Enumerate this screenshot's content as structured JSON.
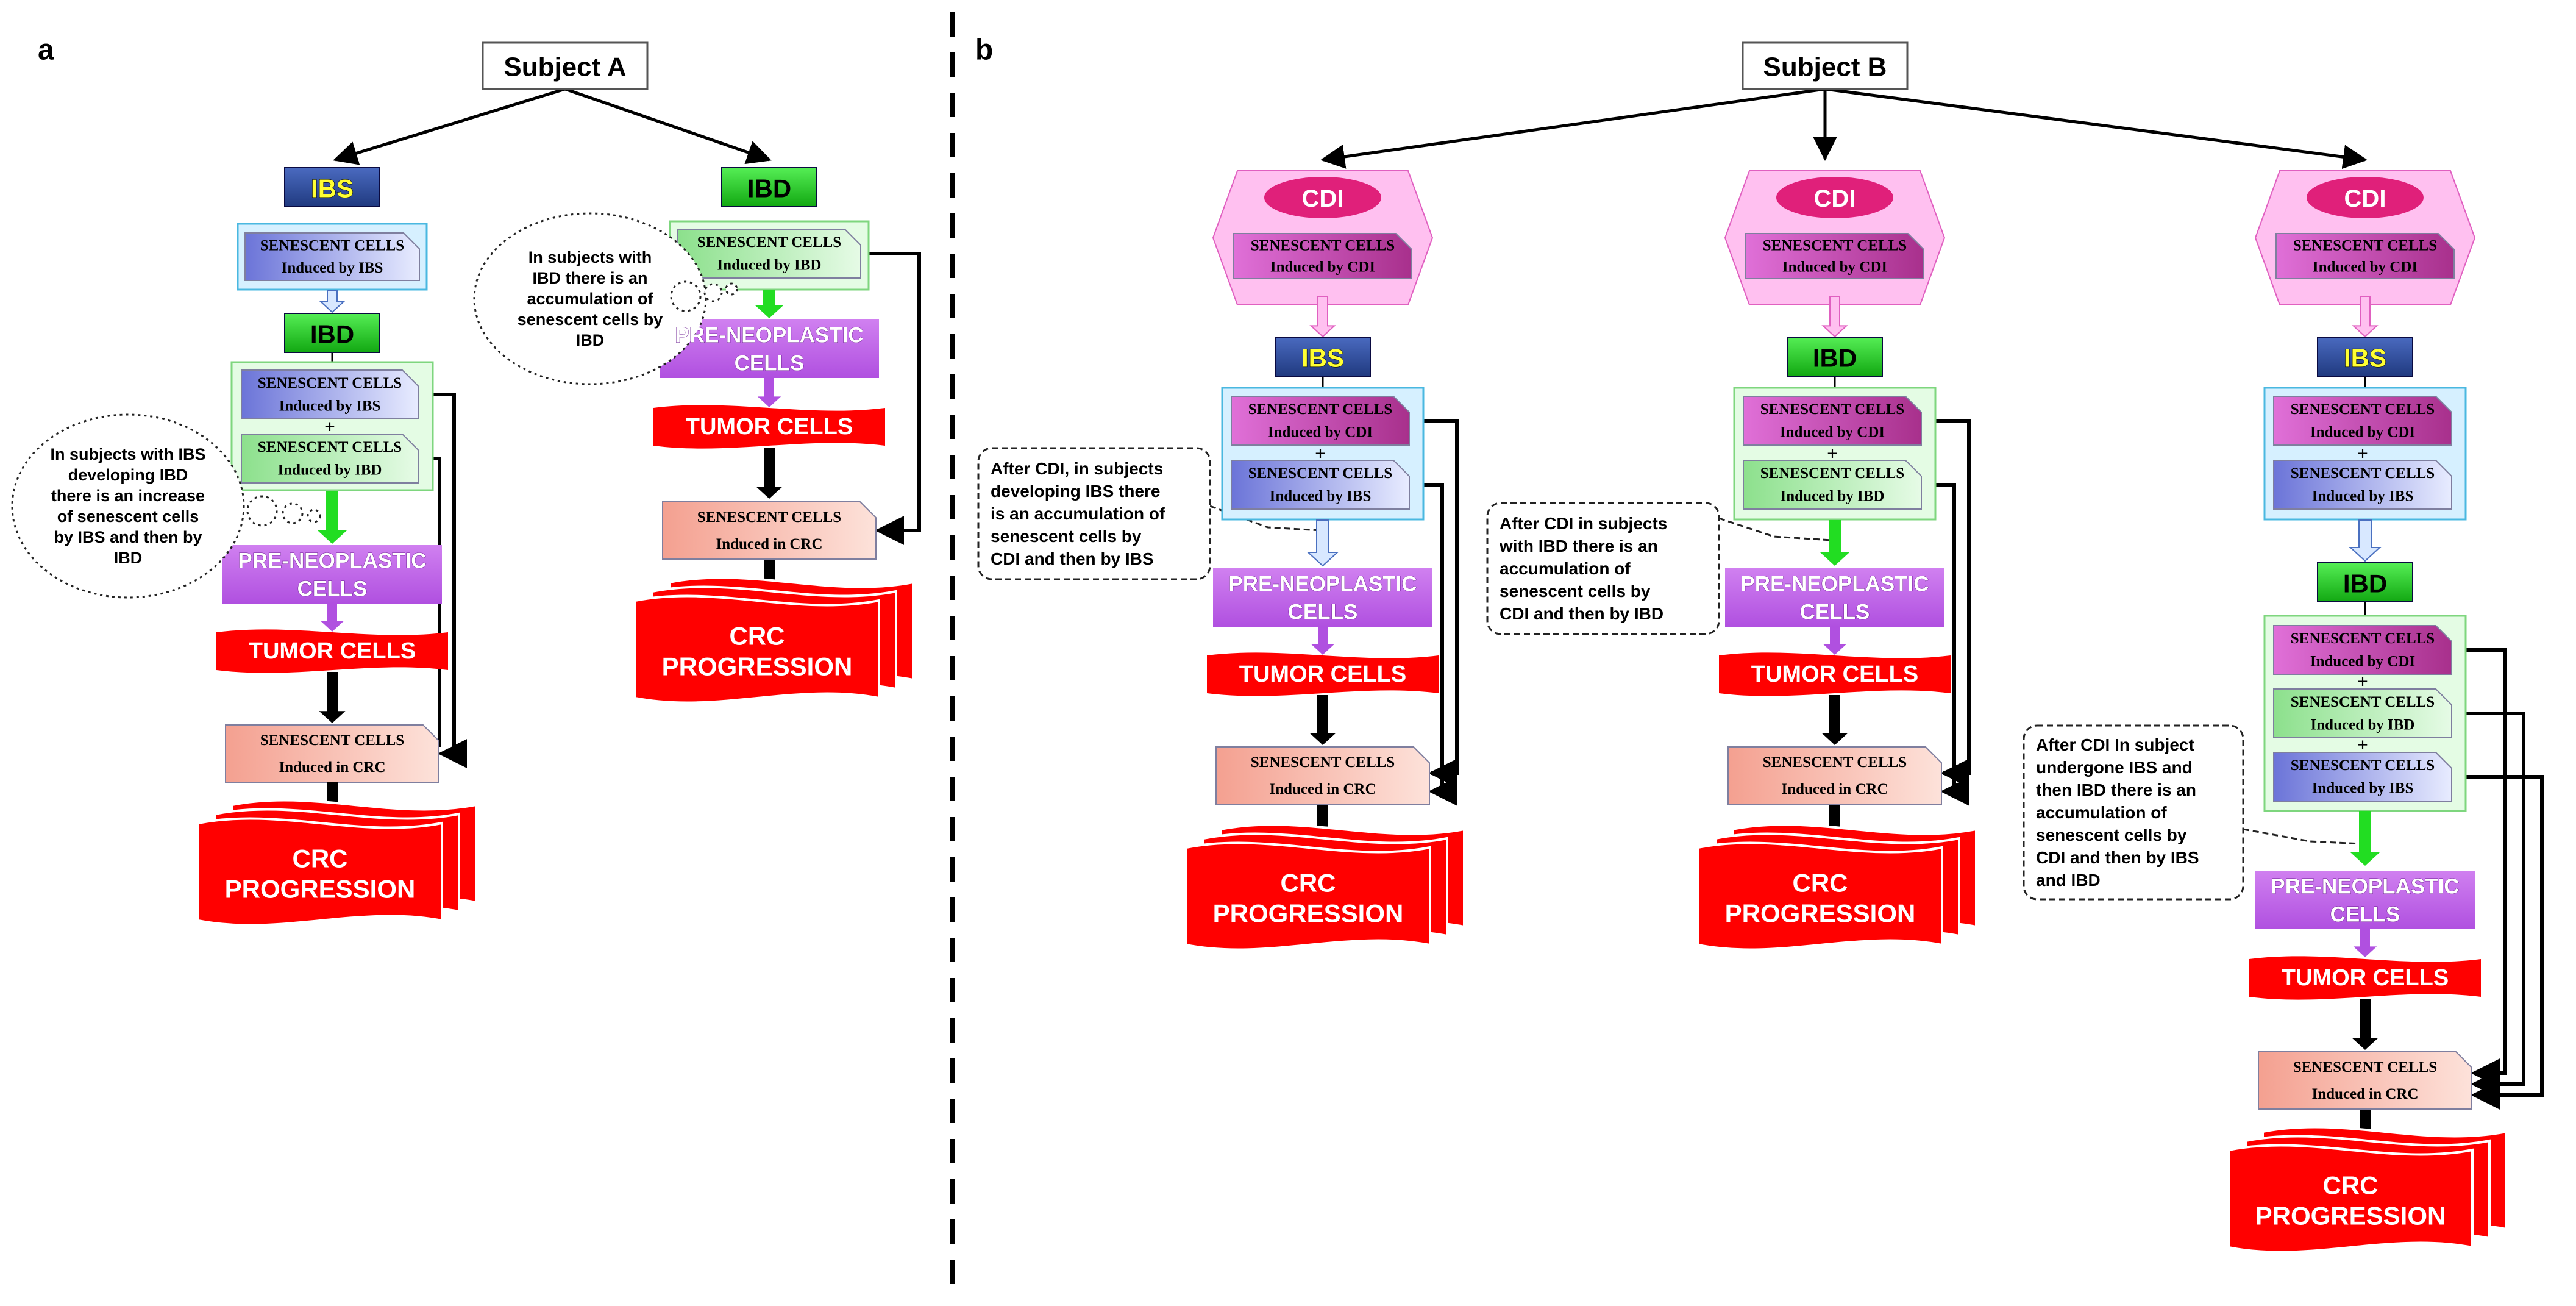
{
  "panels": {
    "a": {
      "letter": "a",
      "subject": "Subject A",
      "branch_ibs": {
        "disease1": "IBS",
        "sen_ibs": {
          "title": "SENESCENT CELLS",
          "sub": "Induced by IBS"
        },
        "disease2": "IBD",
        "combo": [
          {
            "title": "SENESCENT CELLS",
            "sub": "Induced by IBS"
          },
          {
            "title": "SENESCENT CELLS",
            "sub": "Induced by IBD"
          }
        ],
        "plus": "+",
        "preneo": [
          "PRE-NEOPLASTIC",
          "CELLS"
        ],
        "tumor": "TUMOR CELLS",
        "sen_crc": {
          "title": "SENESCENT CELLS",
          "sub": "Induced in CRC"
        },
        "crc": [
          "CRC",
          "PROGRESSION"
        ],
        "note": [
          "In subjects with IBS",
          "developing IBD",
          "there is an increase",
          "of senescent cells",
          "by IBS and then by",
          "IBD"
        ]
      },
      "branch_ibd": {
        "disease": "IBD",
        "sen_ibd": {
          "title": "SENESCENT CELLS",
          "sub": "Induced by IBD"
        },
        "preneo": [
          "PRE-NEOPLASTIC",
          "CELLS"
        ],
        "tumor": "TUMOR CELLS",
        "sen_crc": {
          "title": "SENESCENT CELLS",
          "sub": "Induced in CRC"
        },
        "crc": [
          "CRC",
          "PROGRESSION"
        ],
        "note": [
          "In subjects with",
          "IBD there is an",
          "accumulation of",
          "senescent cells by",
          "IBD"
        ]
      }
    },
    "b": {
      "letter": "b",
      "subject": "Subject B",
      "plus": "+",
      "col1": {
        "cdi": "CDI",
        "sen_cdi": {
          "title": "SENESCENT CELLS",
          "sub": "Induced by CDI"
        },
        "disease": "IBS",
        "combo": [
          {
            "title": "SENESCENT CELLS",
            "sub": "Induced by CDI"
          },
          {
            "title": "SENESCENT CELLS",
            "sub": "Induced by IBS"
          }
        ],
        "preneo": [
          "PRE-NEOPLASTIC",
          "CELLS"
        ],
        "tumor": "TUMOR CELLS",
        "sen_crc": {
          "title": "SENESCENT CELLS",
          "sub": "Induced in CRC"
        },
        "crc": [
          "CRC",
          "PROGRESSION"
        ],
        "note": [
          "After CDI, in subjects",
          "developing IBS there",
          "is an accumulation of",
          "senescent cells by",
          "CDI and then by IBS"
        ]
      },
      "col2": {
        "cdi": "CDI",
        "sen_cdi": {
          "title": "SENESCENT CELLS",
          "sub": "Induced by CDI"
        },
        "disease": "IBD",
        "combo": [
          {
            "title": "SENESCENT CELLS",
            "sub": "Induced by CDI"
          },
          {
            "title": "SENESCENT CELLS",
            "sub": "Induced by IBD"
          }
        ],
        "preneo": [
          "PRE-NEOPLASTIC",
          "CELLS"
        ],
        "tumor": "TUMOR CELLS",
        "sen_crc": {
          "title": "SENESCENT CELLS",
          "sub": "Induced in CRC"
        },
        "crc": [
          "CRC",
          "PROGRESSION"
        ],
        "note": [
          "After CDI in subjects",
          "with IBD there is an",
          "accumulation of",
          "senescent cells by",
          "CDI and then by IBD"
        ]
      },
      "col3": {
        "cdi": "CDI",
        "sen_cdi": {
          "title": "SENESCENT CELLS",
          "sub": "Induced by CDI"
        },
        "disease1": "IBS",
        "combo1": [
          {
            "title": "SENESCENT CELLS",
            "sub": "Induced by CDI"
          },
          {
            "title": "SENESCENT CELLS",
            "sub": "Induced by IBS"
          }
        ],
        "disease2": "IBD",
        "combo2": [
          {
            "title": "SENESCENT CELLS",
            "sub": "Induced by CDI"
          },
          {
            "title": "SENESCENT CELLS",
            "sub": "Induced by IBD"
          },
          {
            "title": "SENESCENT CELLS",
            "sub": "Induced by IBS"
          }
        ],
        "preneo": [
          "PRE-NEOPLASTIC",
          "CELLS"
        ],
        "tumor": "TUMOR CELLS",
        "sen_crc": {
          "title": "SENESCENT CELLS",
          "sub": "Induced in CRC"
        },
        "crc": [
          "CRC",
          "PROGRESSION"
        ],
        "note": [
          "After CDI In subject",
          "undergone IBS and",
          "then IBD there is an",
          "accumulation of",
          "senescent cells by",
          "CDI and then by IBS",
          "and IBD"
        ]
      }
    }
  },
  "colors": {
    "ibs_box": "#2F4F9C",
    "ibs_text": "#FFFF33",
    "ibd_box": "#22C822",
    "preneo": "#C060E8",
    "tumor": "#FF0000",
    "crc": "#FF0000",
    "cdi_hex": "#FFC0F0",
    "cdi_oval": "#E0207A"
  }
}
